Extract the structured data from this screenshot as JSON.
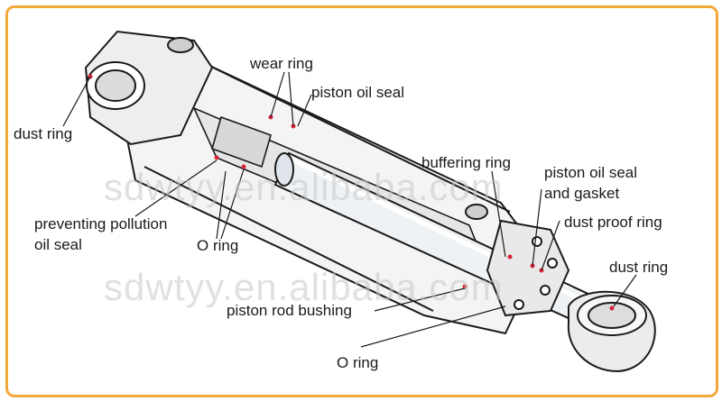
{
  "colors": {
    "border": "#f2a93b",
    "seal_dot": "#d9263a",
    "line": "#1a1a1a"
  },
  "labels": {
    "wear_ring": "wear ring",
    "piston_oil_seal": "piston oil seal",
    "dust_ring_left": "dust ring",
    "buffering_ring": "buffering ring",
    "piston_oil_seal_and_gasket_1": "piston oil seal",
    "piston_oil_seal_and_gasket_2": "and gasket",
    "dust_proof_ring": "dust proof ring",
    "preventing_pollution_1": "preventing pollution",
    "preventing_pollution_2": "oil seal",
    "o_ring_mid": "O ring",
    "dust_ring_right": "dust ring",
    "piston_rod_bushing": "piston rod bushing",
    "o_ring_bottom": "O ring"
  },
  "watermark": {
    "line1": "sdwtyy.en.alibaba.com",
    "line2": "sdwtyy.en.alibaba.com"
  }
}
